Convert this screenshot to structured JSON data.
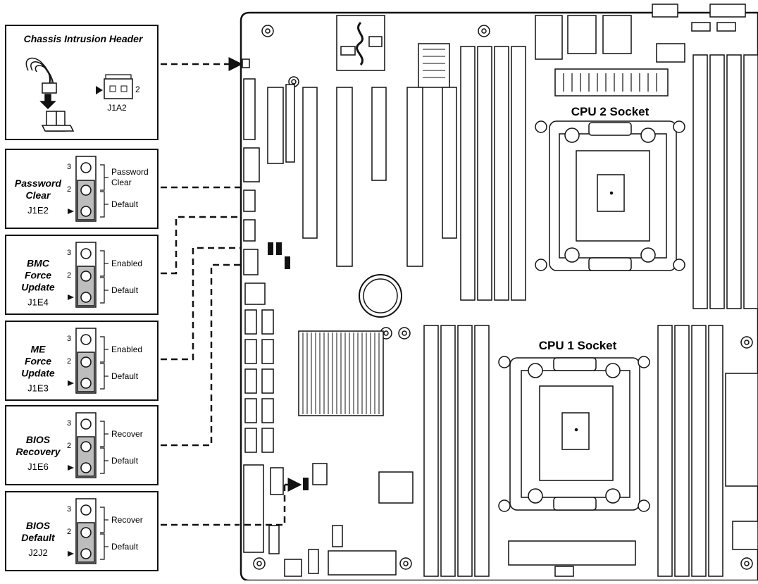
{
  "chassis": {
    "title": "Chassis Intrusion Header",
    "id": "J1A2",
    "pin": "2"
  },
  "jumpers": [
    {
      "name": [
        "Password",
        "Clear"
      ],
      "id": "J1E2",
      "top_label": [
        "Password",
        "Clear"
      ],
      "bottom_label": "Default"
    },
    {
      "name": [
        "BMC",
        "Force",
        "Update"
      ],
      "id": "J1E4",
      "top_label": [
        "Enabled"
      ],
      "bottom_label": "Default"
    },
    {
      "name": [
        "ME",
        "Force",
        "Update"
      ],
      "id": "J1E3",
      "top_label": [
        "Enabled"
      ],
      "bottom_label": "Default"
    },
    {
      "name": [
        "BIOS",
        "Recovery"
      ],
      "id": "J1E6",
      "top_label": [
        "Recover"
      ],
      "bottom_label": "Default"
    },
    {
      "name": [
        "BIOS",
        "Default"
      ],
      "id": "J2J2",
      "top_label": [
        "Recover"
      ],
      "bottom_label": "Default"
    }
  ],
  "pin_numbers": {
    "top": "3",
    "mid": "2"
  },
  "board": {
    "cpu2": "CPU 2 Socket",
    "cpu1": "CPU 1 Socket"
  },
  "colors": {
    "line": "#111111",
    "jumper_shade": "#bdbdbd",
    "board_fill": "#ffffff"
  }
}
